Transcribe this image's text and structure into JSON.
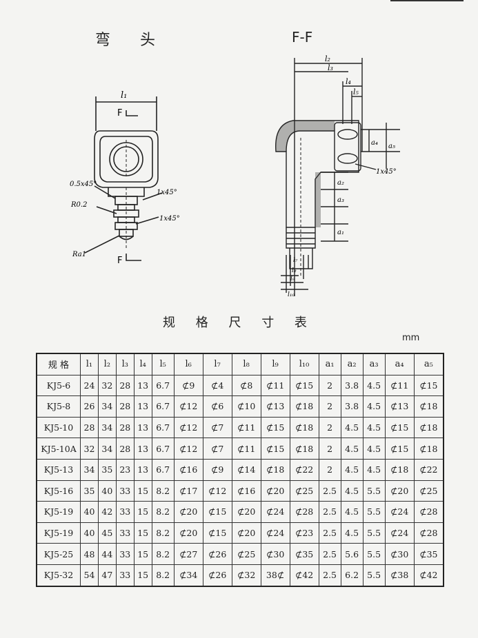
{
  "header": {
    "left_title": "弯 头",
    "right_title": "F-F"
  },
  "drawing_labels": {
    "l1": "l₁",
    "f_top": "F",
    "f_bottom": "F",
    "chamfer1": "0.5x45°",
    "chamfer2": "1x45°",
    "chamfer3": "1x45°",
    "chamfer4": "1x45°",
    "r02": "R0.2",
    "ra1": "Ra1",
    "l2": "l₂",
    "l3": "l₃",
    "l4": "l₄",
    "l5": "l₅",
    "a1": "a₁",
    "a2": "a₂",
    "a3": "a₃",
    "a4": "a₄",
    "a5": "a₅",
    "l6": "l₆",
    "l7": "l₇",
    "l8": "l₈",
    "l9": "l₉",
    "l10": "l₁₀"
  },
  "table": {
    "title": "规 格 尺 寸 表",
    "unit": "mm",
    "headers": [
      "规 格",
      "l₁",
      "l₂",
      "l₃",
      "l₄",
      "l₅",
      "l₆",
      "l₇",
      "l₈",
      "l₉",
      "l₁₀",
      "a₁",
      "a₂",
      "a₃",
      "a₄",
      "a₅"
    ],
    "rows": [
      [
        "KJ5-6",
        "24",
        "32",
        "28",
        "13",
        "6.7",
        "⊄9",
        "⊄4",
        "⊄8",
        "⊄11",
        "⊄15",
        "2",
        "3.8",
        "4.5",
        "⊄11",
        "⊄15"
      ],
      [
        "KJ5-8",
        "26",
        "34",
        "28",
        "13",
        "6.7",
        "⊄12",
        "⊄6",
        "⊄10",
        "⊄13",
        "⊄18",
        "2",
        "3.8",
        "4.5",
        "⊄13",
        "⊄18"
      ],
      [
        "KJ5-10",
        "28",
        "34",
        "28",
        "13",
        "6.7",
        "⊄12",
        "⊄7",
        "⊄11",
        "⊄15",
        "⊄18",
        "2",
        "4.5",
        "4.5",
        "⊄15",
        "⊄18"
      ],
      [
        "KJ5-10A",
        "32",
        "34",
        "28",
        "13",
        "6.7",
        "⊄12",
        "⊄7",
        "⊄11",
        "⊄15",
        "⊄18",
        "2",
        "4.5",
        "4.5",
        "⊄15",
        "⊄18"
      ],
      [
        "KJ5-13",
        "34",
        "35",
        "23",
        "13",
        "6.7",
        "⊄16",
        "⊄9",
        "⊄14",
        "⊄18",
        "⊄22",
        "2",
        "4.5",
        "4.5",
        "⊄18",
        "⊄22"
      ],
      [
        "KJ5-16",
        "35",
        "40",
        "33",
        "15",
        "8.2",
        "⊄17",
        "⊄12",
        "⊄16",
        "⊄20",
        "⊄25",
        "2.5",
        "4.5",
        "5.5",
        "⊄20",
        "⊄25"
      ],
      [
        "KJ5-19",
        "40",
        "42",
        "33",
        "15",
        "8.2",
        "⊄20",
        "⊄15",
        "⊄20",
        "⊄24",
        "⊄28",
        "2.5",
        "4.5",
        "5.5",
        "⊄24",
        "⊄28"
      ],
      [
        "KJ5-19",
        "40",
        "45",
        "33",
        "15",
        "8.2",
        "⊄20",
        "⊄15",
        "⊄20",
        "⊄24",
        "⊄23",
        "2.5",
        "4.5",
        "5.5",
        "⊄24",
        "⊄28"
      ],
      [
        "KJ5-25",
        "48",
        "44",
        "33",
        "15",
        "8.2",
        "⊄27",
        "⊄26",
        "⊄25",
        "⊄30",
        "⊄35",
        "2.5",
        "5.6",
        "5.5",
        "⊄30",
        "⊄35"
      ],
      [
        "KJ5-32",
        "54",
        "47",
        "33",
        "15",
        "8.2",
        "⊄34",
        "⊄26",
        "⊄32",
        "38⊄",
        "⊄42",
        "2.5",
        "6.2",
        "5.5",
        "⊄38",
        "⊄42"
      ]
    ]
  }
}
